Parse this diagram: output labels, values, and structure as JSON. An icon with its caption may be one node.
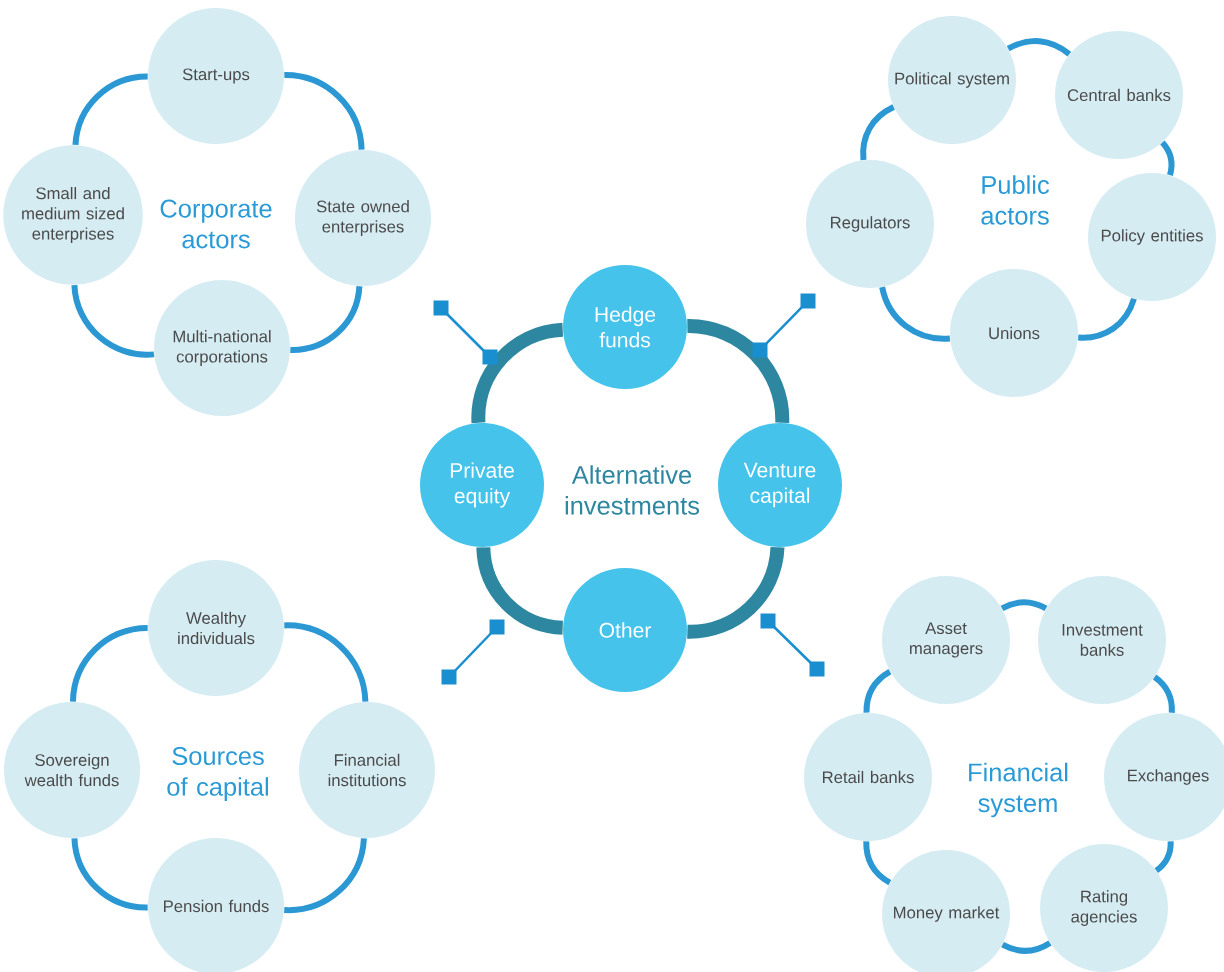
{
  "diagram": {
    "nodes": [
      {
        "text": [
          "Corporate actors"
        ]
      },
      {
        "text": [
          "Start-ups"
        ]
      },
      {
        "text": [
          "State owned enterprises"
        ]
      },
      {
        "text": [
          "Multi-national corporations"
        ]
      },
      {
        "text": [
          "Small and medium sized enterprises"
        ]
      },
      {
        "text": [
          "Public actors"
        ]
      },
      {
        "text": [
          "Political system"
        ]
      },
      {
        "text": [
          "Central banks"
        ]
      },
      {
        "text": [
          "Policy entities"
        ]
      },
      {
        "text": [
          "Unions"
        ]
      },
      {
        "text": [
          "Regulators"
        ]
      },
      {
        "text": [
          "Alternative investments"
        ]
      },
      {
        "text": [
          "Hedge funds"
        ]
      },
      {
        "text": [
          "Venture capital"
        ]
      },
      {
        "text": [
          "Other"
        ]
      },
      {
        "text": [
          "Private equity"
        ]
      },
      {
        "text": [
          "Sources of capital"
        ]
      },
      {
        "text": [
          "Wealthy individuals"
        ]
      },
      {
        "text": [
          "Financial institutions"
        ]
      },
      {
        "text": [
          "Pension funds"
        ]
      },
      {
        "text": [
          "Sovereign wealth funds"
        ]
      },
      {
        "text": [
          "Financial system"
        ]
      },
      {
        "text": [
          "Asset managers"
        ]
      },
      {
        "text": [
          "Investment banks"
        ]
      },
      {
        "text": [
          "Exchanges"
        ]
      },
      {
        "text": [
          "Rating agencies"
        ]
      },
      {
        "text": [
          "Money market"
        ]
      },
      {
        "text": [
          "Retail banks"
        ]
      }
    ],
    "edges": [
      {
        "from": 1,
        "to": 2,
        "arrow": "none"
      },
      {
        "from": 2,
        "to": 3,
        "arrow": "none"
      },
      {
        "from": 3,
        "to": 4,
        "arrow": "none"
      },
      {
        "from": 4,
        "to": 1,
        "arrow": "none"
      },
      {
        "from": 6,
        "to": 7,
        "arrow": "none"
      },
      {
        "from": 7,
        "to": 8,
        "arrow": "none"
      },
      {
        "from": 8,
        "to": 9,
        "arrow": "none"
      },
      {
        "from": 9,
        "to": 10,
        "arrow": "none"
      },
      {
        "from": 10,
        "to": 6,
        "arrow": "none"
      },
      {
        "from": 12,
        "to": 13,
        "arrow": "none",
        "style": "thick",
        "color": "#2e87a0"
      },
      {
        "from": 13,
        "to": 14,
        "arrow": "none",
        "style": "thick",
        "color": "#2e87a0"
      },
      {
        "from": 14,
        "to": 15,
        "arrow": "none",
        "style": "thick",
        "color": "#2e87a0"
      },
      {
        "from": 15,
        "to": 12,
        "arrow": "none",
        "style": "thick",
        "color": "#2e87a0"
      },
      {
        "from": 17,
        "to": 18,
        "arrow": "none"
      },
      {
        "from": 18,
        "to": 19,
        "arrow": "none"
      },
      {
        "from": 19,
        "to": 20,
        "arrow": "none"
      },
      {
        "from": 20,
        "to": 17,
        "arrow": "none"
      },
      {
        "from": 22,
        "to": 23,
        "arrow": "none"
      },
      {
        "from": 23,
        "to": 24,
        "arrow": "none"
      },
      {
        "from": 24,
        "to": 25,
        "arrow": "none"
      },
      {
        "from": 25,
        "to": 26,
        "arrow": "none"
      },
      {
        "from": 26,
        "to": 27,
        "arrow": "none"
      },
      {
        "from": 27,
        "to": 22,
        "arrow": "none"
      }
    ]
  }
}
